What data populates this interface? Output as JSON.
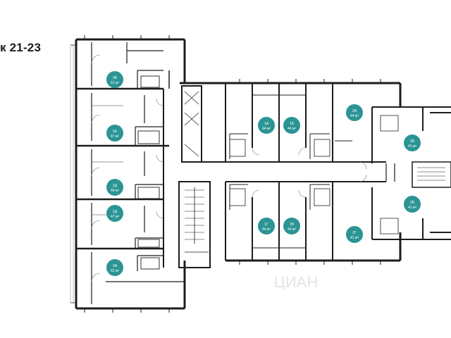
{
  "title": "к 21-23",
  "colors": {
    "badge": "#2b9494",
    "wall": "#1c1c1c",
    "thin": "#666666",
    "watermark": "#e0e0e0"
  },
  "area_unit": "м²",
  "apartments": [
    {
      "code": "3Б",
      "area": "61"
    },
    {
      "code": "1Е",
      "area": "47"
    },
    {
      "code": "2Д",
      "area": "49"
    },
    {
      "code": "1Д",
      "area": "47"
    },
    {
      "code": "3А",
      "area": "62"
    },
    {
      "code": "1А",
      "area": "44"
    },
    {
      "code": "1Б",
      "area": "44"
    },
    {
      "code": "2А",
      "area": "44"
    },
    {
      "code": "2Б",
      "area": "41"
    },
    {
      "code": "1Г",
      "area": "44"
    },
    {
      "code": "1В",
      "area": "44"
    },
    {
      "code": "2Г",
      "area": "41"
    },
    {
      "code": "2В",
      "area": "41"
    }
  ],
  "watermark": "ЦИАН"
}
